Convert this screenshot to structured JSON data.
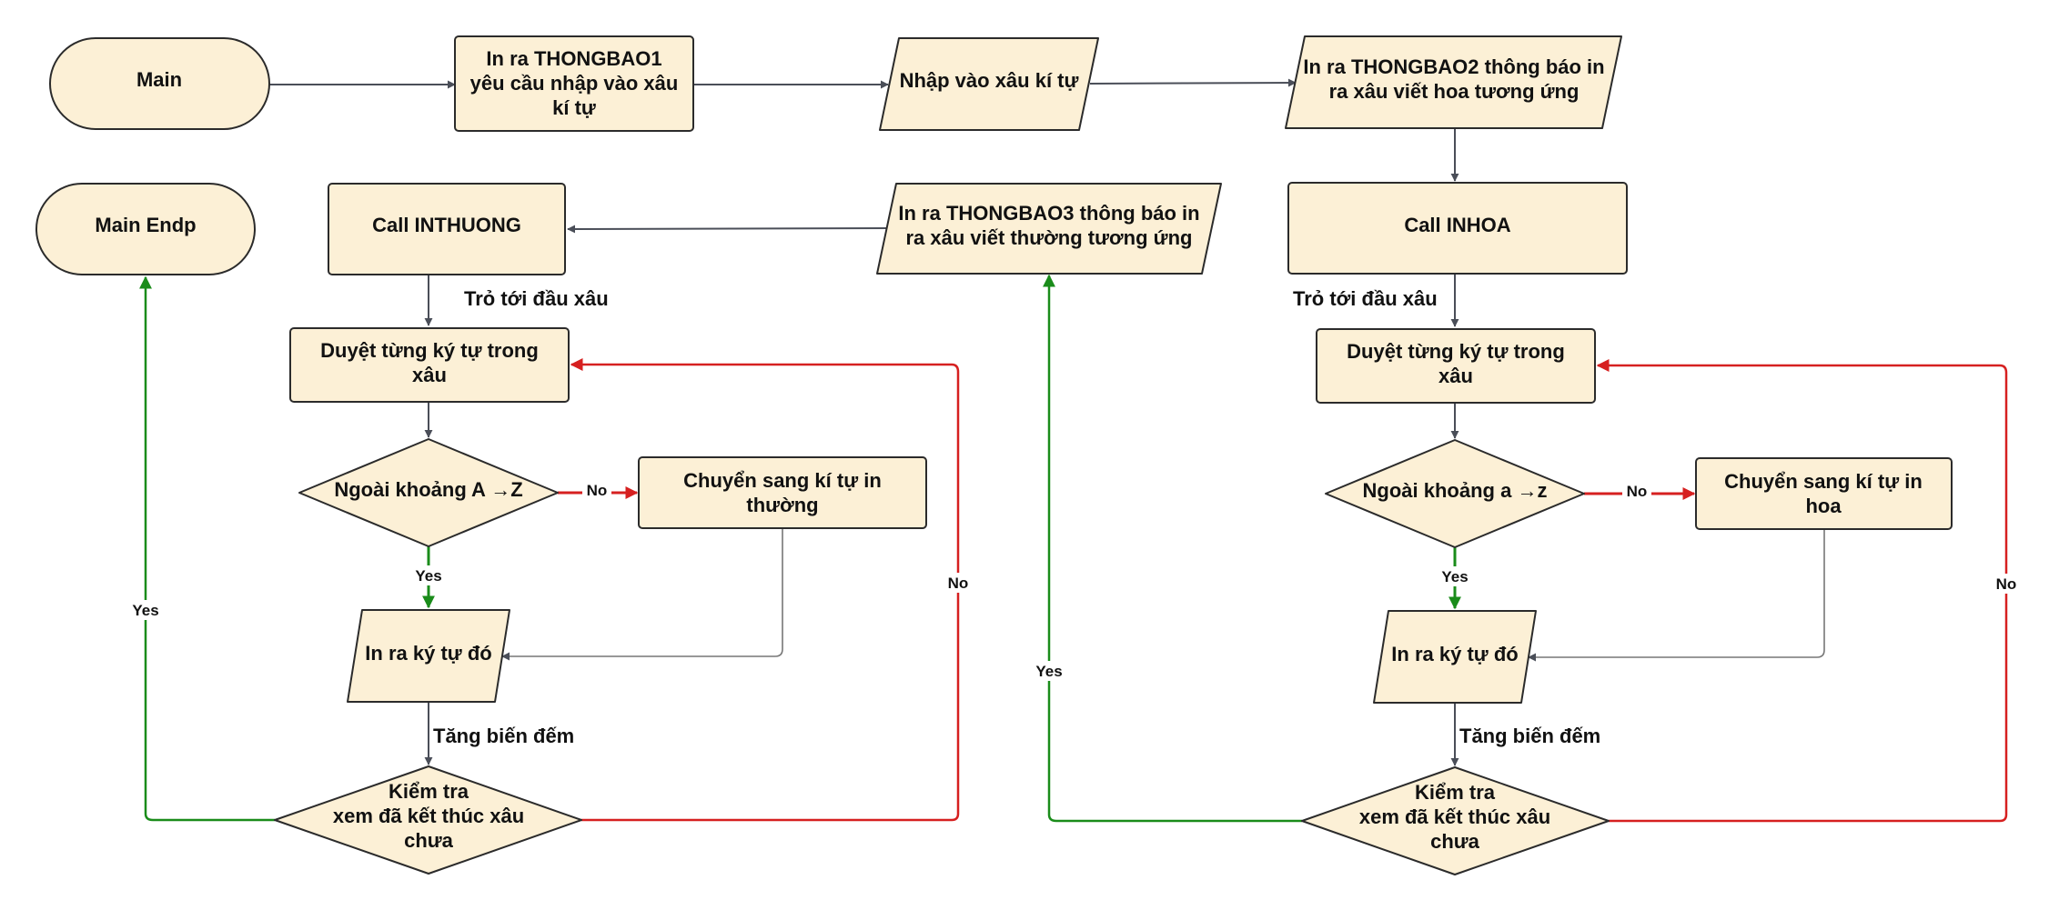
{
  "colors": {
    "node_fill": "#fcf0d6",
    "node_stroke": "#2b2b2b",
    "edge_default": "#4a4e58",
    "edge_yes": "#1a8c1a",
    "edge_no": "#d62020",
    "flow_thin": "#777777"
  },
  "nodes": {
    "main": "Main",
    "thongbao1": [
      "In ra THONGBAO1",
      "yêu cầu nhập vào xâu",
      "kí tự"
    ],
    "input": "Nhập vào xâu kí tự",
    "thongbao2": [
      "In ra THONGBAO2 thông báo in",
      "ra xâu viết hoa tương ứng"
    ],
    "main_endp": "Main Endp",
    "call_inthuong": "Call INTHUONG",
    "thongbao3": [
      "In ra THONGBAO3 thông báo in",
      "ra xâu viết thường tương ứng"
    ],
    "call_inhoa": "Call INHOA",
    "left_loop": [
      "Duyệt từng ký tự trong",
      "xâu"
    ],
    "left_check": "Ngoài khoảng A →Z",
    "left_convert": [
      "Chuyển sang kí tự in",
      "thường"
    ],
    "left_print": "In ra ký tự đó",
    "left_end": [
      "Kiểm tra",
      "xem đã kết thúc xâu",
      "chưa"
    ],
    "right_loop": [
      "Duyệt từng ký tự trong",
      "xâu"
    ],
    "right_check": "Ngoài khoảng a →z",
    "right_convert": [
      "Chuyển sang kí tự in",
      "hoa"
    ],
    "right_print": "In ra ký tự đó",
    "right_end": [
      "Kiểm tra",
      "xem đã kết thúc xâu",
      "chưa"
    ]
  },
  "edges": {
    "left_point": "Trỏ tới đầu xâu",
    "right_point": "Trỏ tới đầu xâu",
    "left_inc": "Tăng biến đếm",
    "right_inc": "Tăng biến đếm",
    "left_no_convert": "No",
    "left_yes_print": "Yes",
    "left_no_loop": "No",
    "left_yes_exit": "Yes",
    "right_no_convert": "No",
    "right_yes_print": "Yes",
    "right_no_loop": "No",
    "right_yes_exit": "Yes"
  }
}
